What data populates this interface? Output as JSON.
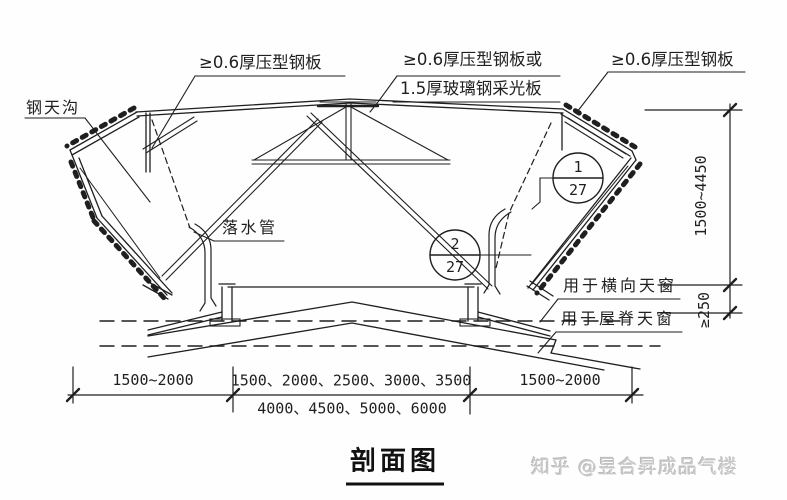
{
  "drawing": {
    "title": "剖面图",
    "watermark": "知乎 @昱合昇成品气楼",
    "callouts": {
      "top_left": "≥0.6厚压型钢板",
      "top_middle_line1": "≥0.6厚压型钢板或",
      "top_middle_line2": "1.5厚玻璃钢采光板",
      "top_right": "≥0.6厚压型钢板",
      "gutter": "钢天沟",
      "downpipe": "落水管",
      "transverse_skylight": "用于横向天窗",
      "ridge_skylight": "用于屋脊天窗"
    },
    "detail_bubbles": [
      {
        "number": "1",
        "sheet": "27"
      },
      {
        "number": "2",
        "sheet": "27"
      }
    ],
    "dimensions": {
      "right_height": "1500~4450",
      "right_offset": "≥250",
      "bottom_left": "1500~2000",
      "bottom_middle_row1": "1500、2000、2500、3000、3500",
      "bottom_middle_row2": "4000、4500、5000、6000",
      "bottom_right": "1500~2000"
    },
    "colors": {
      "ink": "#1f1f1f",
      "paper": "#fefefe",
      "watermark": "#c9c9c9"
    }
  }
}
